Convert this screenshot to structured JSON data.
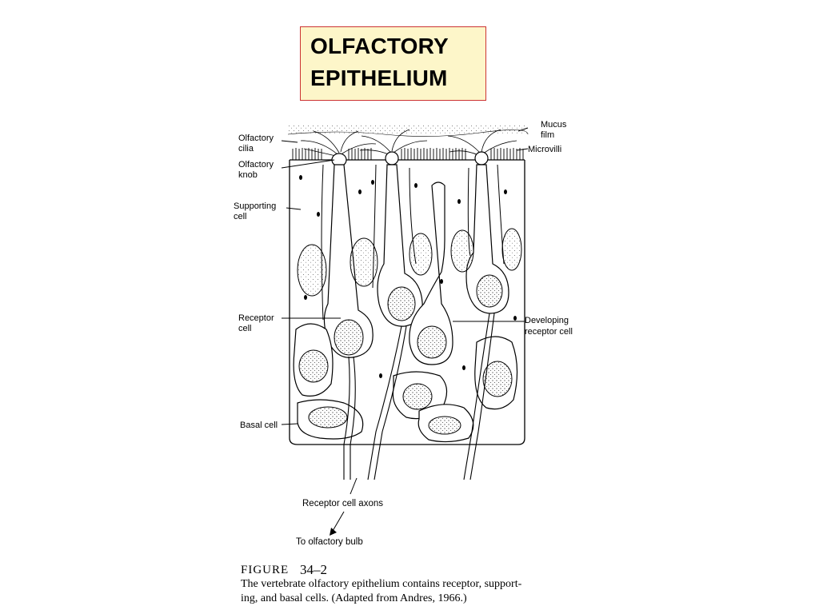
{
  "title": {
    "line1": "OLFACTORY",
    "line2": "EPITHELIUM"
  },
  "labels": {
    "olfactory_cilia": [
      "Olfactory",
      "cilia"
    ],
    "olfactory_knob": [
      "Olfactory",
      "knob"
    ],
    "supporting_cell": [
      "Supporting",
      "cell"
    ],
    "receptor_cell": [
      "Receptor",
      "cell"
    ],
    "basal_cell": "Basal cell",
    "mucus_film": [
      "Mucus",
      "film"
    ],
    "microvilli": "Microvilli",
    "developing_receptor_cell": [
      "Developing",
      "receptor cell"
    ],
    "receptor_cell_axons": "Receptor cell axons",
    "to_olfactory_bulb": "To olfactory bulb"
  },
  "caption": {
    "figure_word": "FIGURE",
    "figure_number": "34–2",
    "line1": "The vertebrate olfactory epithelium contains receptor, support-",
    "line2": "ing, and basal cells. (Adapted from Andres, 1966.)"
  },
  "colors": {
    "title_bg": "#fdf6c9",
    "title_border": "#cc3333",
    "ink": "#000000"
  }
}
